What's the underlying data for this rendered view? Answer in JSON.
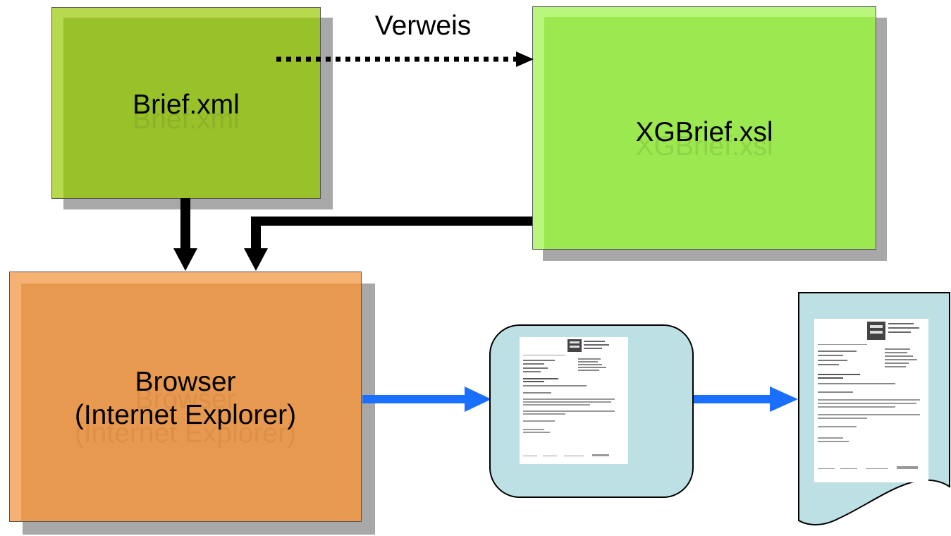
{
  "nodes": {
    "brief_xml": {
      "label": "Brief.xml",
      "ghost": "Brief.xml",
      "color": "#99c12a"
    },
    "xgbrief_xsl": {
      "label": "XGBrief.xsl",
      "ghost": "XGBrief.xsl",
      "color": "#9ce851"
    },
    "browser": {
      "line1": "Browser",
      "line2": "(Internet Explorer)",
      "ghost1": "Browser",
      "ghost2": "(Internet Explorer)",
      "color": "#e79a4f"
    }
  },
  "edges": {
    "reference": {
      "label": "Verweis",
      "style": "dotted"
    }
  },
  "colors": {
    "arrow_black": "#000000",
    "arrow_blue": "#1a6fff",
    "document_bg": "#bce0e3",
    "shadow": "#a8a8a8"
  },
  "icons": {
    "rendered_letter": "letter-document-icon",
    "printed_letter": "printed-page-icon"
  }
}
